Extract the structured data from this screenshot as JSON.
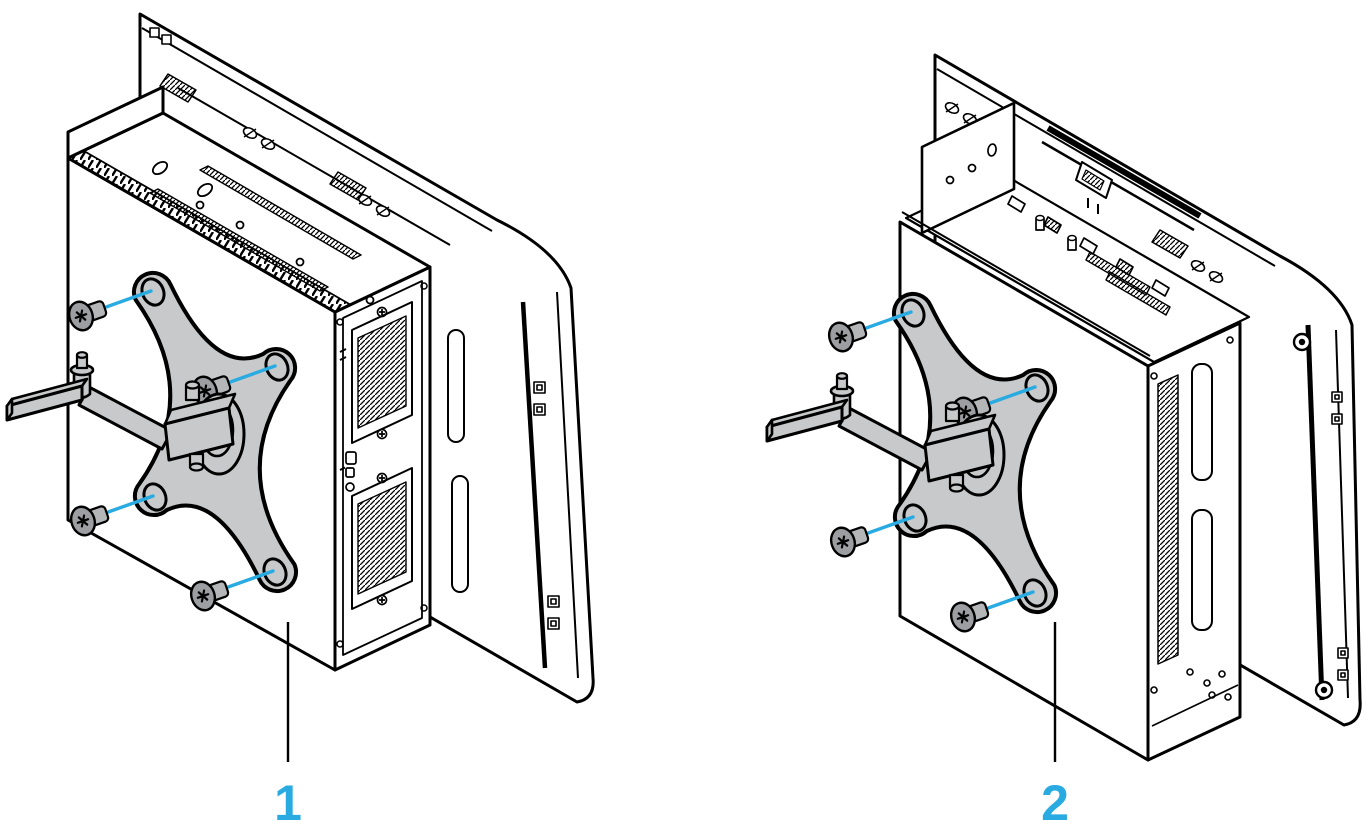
{
  "illustration": {
    "kind": "technical-line-drawing",
    "subject": "VESA arm mounting on two panel PC variants",
    "background_color": "#ffffff",
    "line_color": "#000000",
    "metal_fill_color": "#c8c9ca",
    "accent_color": "#29abe2",
    "callouts": [
      {
        "label": "1"
      },
      {
        "label": "2"
      }
    ]
  }
}
